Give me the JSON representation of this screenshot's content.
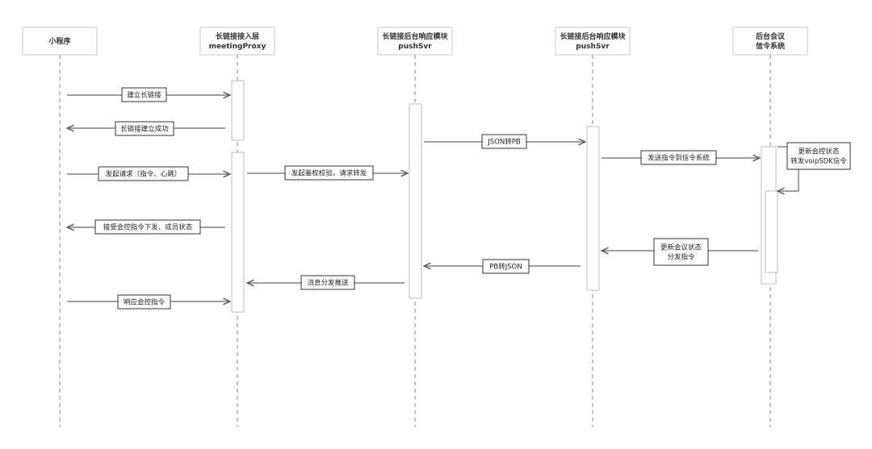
{
  "participants": [
    {
      "lines": [
        "小程序"
      ]
    },
    {
      "lines": [
        "长链接接入层",
        "meetingProxy"
      ]
    },
    {
      "lines": [
        "长链接后台响应模块",
        "pushSvr"
      ]
    },
    {
      "lines": [
        "长链接后台响应模块",
        "pushSvr"
      ]
    },
    {
      "lines": [
        "后台会议",
        "信令系统"
      ]
    }
  ],
  "messages": [
    {
      "from": 0,
      "to": 1,
      "lines": [
        "建立长链接"
      ]
    },
    {
      "from": 1,
      "to": 0,
      "lines": [
        "长链接建立成功"
      ]
    },
    {
      "from": 0,
      "to": 1,
      "lines": [
        "发起请求（指令、心跳）"
      ]
    },
    {
      "from": 1,
      "to": 2,
      "lines": [
        "发起鉴权校验，请求转发"
      ]
    },
    {
      "from": 2,
      "to": 3,
      "lines": [
        "JSON转PB"
      ]
    },
    {
      "from": 3,
      "to": 4,
      "lines": [
        "发送指令到信令系统"
      ]
    },
    {
      "from": 4,
      "to": 4,
      "lines": [
        "更新会控状态",
        "转发voipSDK信令"
      ]
    },
    {
      "from": 1,
      "to": 0,
      "lines": [
        "接受会控指令下发、成员状态"
      ]
    },
    {
      "from": 4,
      "to": 3,
      "lines": [
        "更新会议状态",
        "分发指令"
      ]
    },
    {
      "from": 3,
      "to": 2,
      "lines": [
        "PB转JSON"
      ]
    },
    {
      "from": 2,
      "to": 1,
      "lines": [
        "消息分发推送"
      ]
    },
    {
      "from": 0,
      "to": 1,
      "lines": [
        "响应会控指令"
      ]
    }
  ]
}
